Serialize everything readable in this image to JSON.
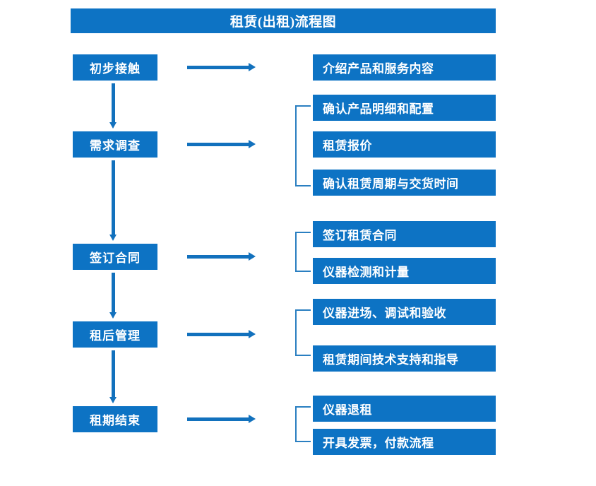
{
  "diagram": {
    "title": "租赁(出租)流程图",
    "accent_color": "#0d73c4",
    "arrow_color": "#1271bd",
    "bracket_color": "#2a7fc1",
    "text_color": "#ffffff",
    "background_color": "#ffffff"
  },
  "stages": [
    {
      "label": "初步接触"
    },
    {
      "label": "需求调查"
    },
    {
      "label": "签订合同"
    },
    {
      "label": "租后管理"
    },
    {
      "label": "租期结束"
    }
  ],
  "details": [
    {
      "label": "介绍产品和服务内容"
    },
    {
      "label": "确认产品明细和配置"
    },
    {
      "label": "租赁报价"
    },
    {
      "label": "确认租赁周期与交货时间"
    },
    {
      "label": "签订租赁合同"
    },
    {
      "label": "仪器检测和计量"
    },
    {
      "label": "仪器进场、调试和验收"
    },
    {
      "label": "租赁期间技术支持和指导"
    },
    {
      "label": "仪器退租"
    },
    {
      "label": "开具发票，付款流程"
    }
  ],
  "chart_data": {
    "type": "flowchart",
    "title": "租赁(出租)流程图",
    "orientation": "vertical-with-branches",
    "nodes": [
      {
        "id": "s1",
        "label": "初步接触",
        "column": "left",
        "order": 1
      },
      {
        "id": "s2",
        "label": "需求调查",
        "column": "left",
        "order": 2
      },
      {
        "id": "s3",
        "label": "签订合同",
        "column": "left",
        "order": 3
      },
      {
        "id": "s4",
        "label": "租后管理",
        "column": "left",
        "order": 4
      },
      {
        "id": "s5",
        "label": "租期结束",
        "column": "left",
        "order": 5
      },
      {
        "id": "d1",
        "label": "介绍产品和服务内容",
        "column": "right",
        "parent": "s1"
      },
      {
        "id": "d2",
        "label": "确认产品明细和配置",
        "column": "right",
        "parent": "s2"
      },
      {
        "id": "d3",
        "label": "租赁报价",
        "column": "right",
        "parent": "s2"
      },
      {
        "id": "d4",
        "label": "确认租赁周期与交货时间",
        "column": "right",
        "parent": "s2"
      },
      {
        "id": "d5",
        "label": "签订租赁合同",
        "column": "right",
        "parent": "s3"
      },
      {
        "id": "d6",
        "label": "仪器检测和计量",
        "column": "right",
        "parent": "s3"
      },
      {
        "id": "d7",
        "label": "仪器进场、调试和验收",
        "column": "right",
        "parent": "s4"
      },
      {
        "id": "d8",
        "label": "租赁期间技术支持和指导",
        "column": "right",
        "parent": "s4"
      },
      {
        "id": "d9",
        "label": "仪器退租",
        "column": "right",
        "parent": "s5"
      },
      {
        "id": "d10",
        "label": "开具发票，付款流程",
        "column": "right",
        "parent": "s5"
      }
    ],
    "edges": [
      {
        "from": "s1",
        "to": "s2",
        "kind": "vertical-arrow"
      },
      {
        "from": "s2",
        "to": "s3",
        "kind": "vertical-arrow"
      },
      {
        "from": "s3",
        "to": "s4",
        "kind": "vertical-arrow"
      },
      {
        "from": "s4",
        "to": "s5",
        "kind": "vertical-arrow"
      },
      {
        "from": "s1",
        "to": "d1",
        "kind": "horizontal-arrow"
      },
      {
        "from": "s2",
        "to": "d2,d3,d4",
        "kind": "horizontal-arrow-bracket"
      },
      {
        "from": "s3",
        "to": "d5,d6",
        "kind": "horizontal-arrow-bracket"
      },
      {
        "from": "s4",
        "to": "d7,d8",
        "kind": "horizontal-arrow-bracket"
      },
      {
        "from": "s5",
        "to": "d9,d10",
        "kind": "horizontal-arrow-bracket"
      }
    ]
  }
}
